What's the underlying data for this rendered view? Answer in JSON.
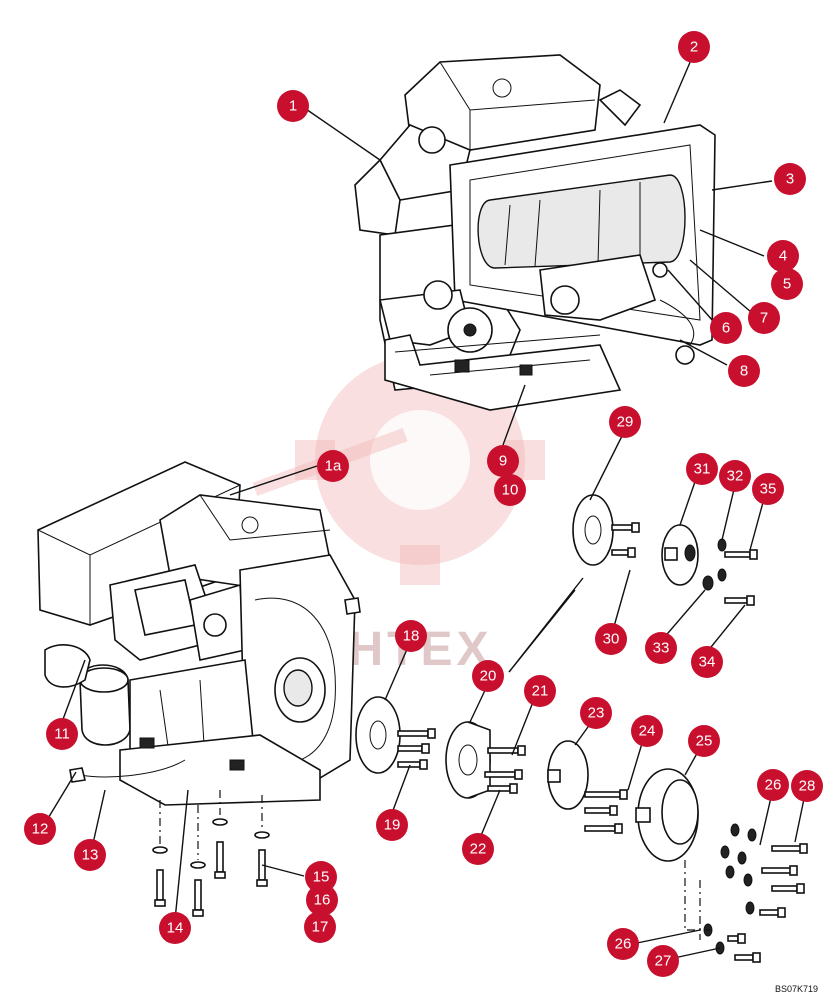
{
  "watermark": {
    "text": "ИНТЕХ"
  },
  "drawing_id": "BS07K719",
  "callouts": [
    "1",
    "2",
    "3",
    "4",
    "5",
    "6",
    "7",
    "8",
    "9",
    "10",
    "1a",
    "11",
    "12",
    "13",
    "14",
    "15",
    "16",
    "17",
    "18",
    "19",
    "20",
    "21",
    "22",
    "23",
    "24",
    "25",
    "26",
    "28",
    "26",
    "27",
    "29",
    "30",
    "31",
    "32",
    "33",
    "34",
    "35"
  ],
  "colors": {
    "callout": "#c8102e",
    "callout_text": "#ffffff",
    "line": "#111111",
    "watermark": "#f2b8b8"
  }
}
